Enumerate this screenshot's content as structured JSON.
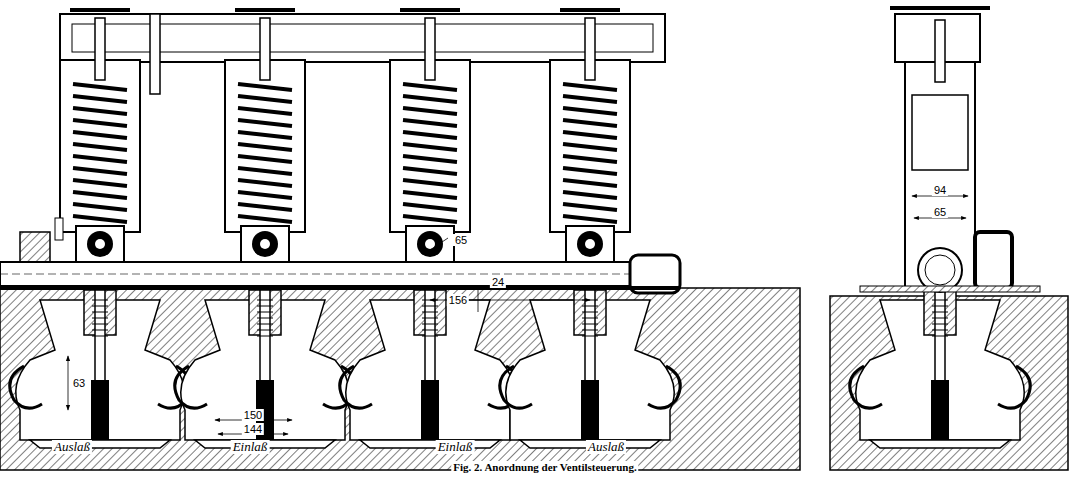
{
  "diagram": {
    "caption": "Fig. 2. Anordnung der Ventilsteuerung.",
    "labels": [
      "63",
      "150",
      "144",
      "24",
      "156",
      "65",
      "Auslaß",
      "Einlaß",
      "Einlaß",
      "Auslaß",
      "94",
      "65"
    ]
  }
}
